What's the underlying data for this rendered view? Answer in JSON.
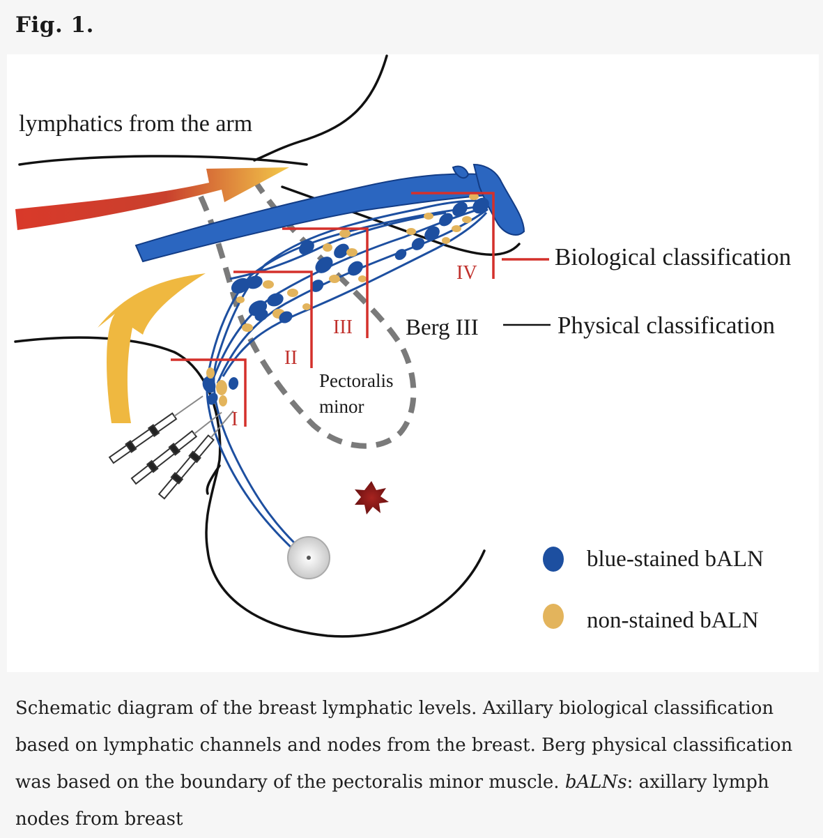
{
  "figure": {
    "title": "Fig. 1."
  },
  "diagram": {
    "labels": {
      "arm": "lymphatics from the arm",
      "pectoralis_line1": "Pectoralis",
      "pectoralis_line2": "minor",
      "berg": "Berg III",
      "biological": "Biological classification",
      "physical": "Physical classification"
    },
    "levels": [
      "I",
      "II",
      "III",
      "IV"
    ],
    "legend": [
      {
        "label": "blue-stained bALN",
        "color": "#1d4fa0"
      },
      {
        "label": "non-stained bALN",
        "color": "#e3b45c"
      }
    ],
    "colors": {
      "lymph_channel": "#1d4fa0",
      "level_box": "#d4302b",
      "vein": "#2b66c0",
      "tumor": "#8b1a1a",
      "arm_arrow_start": "#d9392a",
      "arm_arrow_end": "#f3c94a",
      "dashed_outline": "#7a7a7a"
    }
  },
  "caption": {
    "text": "Schematic diagram of the breast lymphatic levels. Axillary biological classification based on lymphatic channels and nodes from the breast. Berg physical classification was based on the boundary of the pectoralis minor muscle. ",
    "abbr": "bALNs",
    "abbr_def": ": axillary lymph nodes from breast"
  }
}
